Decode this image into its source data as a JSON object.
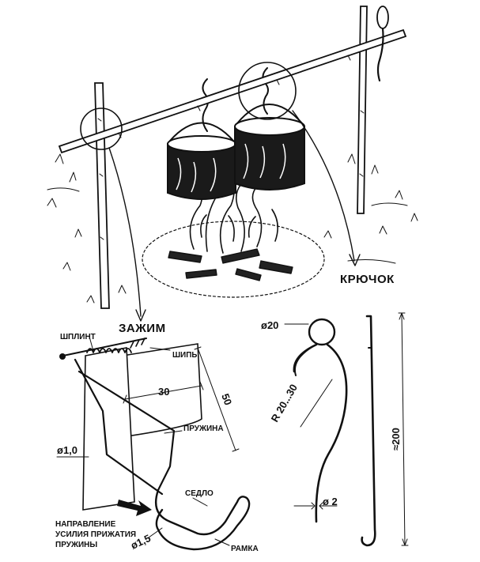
{
  "labels": {
    "hook": "КРЮЧОК",
    "clamp": "ЗАЖИМ",
    "pin": "ШПЛИНТ",
    "spikes": "ШИПЫ",
    "spring": "ПРУЖИНА",
    "saddle": "СЕДЛО",
    "frame": "РАМКА",
    "force_line1": "НАПРАВЛЕНИЕ",
    "force_line2": "УСИЛИЯ ПРИЖАТИЯ",
    "force_line3": "ПРУЖИНЫ"
  },
  "dimensions": {
    "clamp_length": "50",
    "clamp_width": "30",
    "wire_dia": "ø1,0",
    "frame_wire_dia": "ø1,5",
    "ring_dia": "ø20",
    "bend_radius": "R 20...30",
    "hook_wire_dia": "ø 2",
    "hook_length": "≈200"
  }
}
